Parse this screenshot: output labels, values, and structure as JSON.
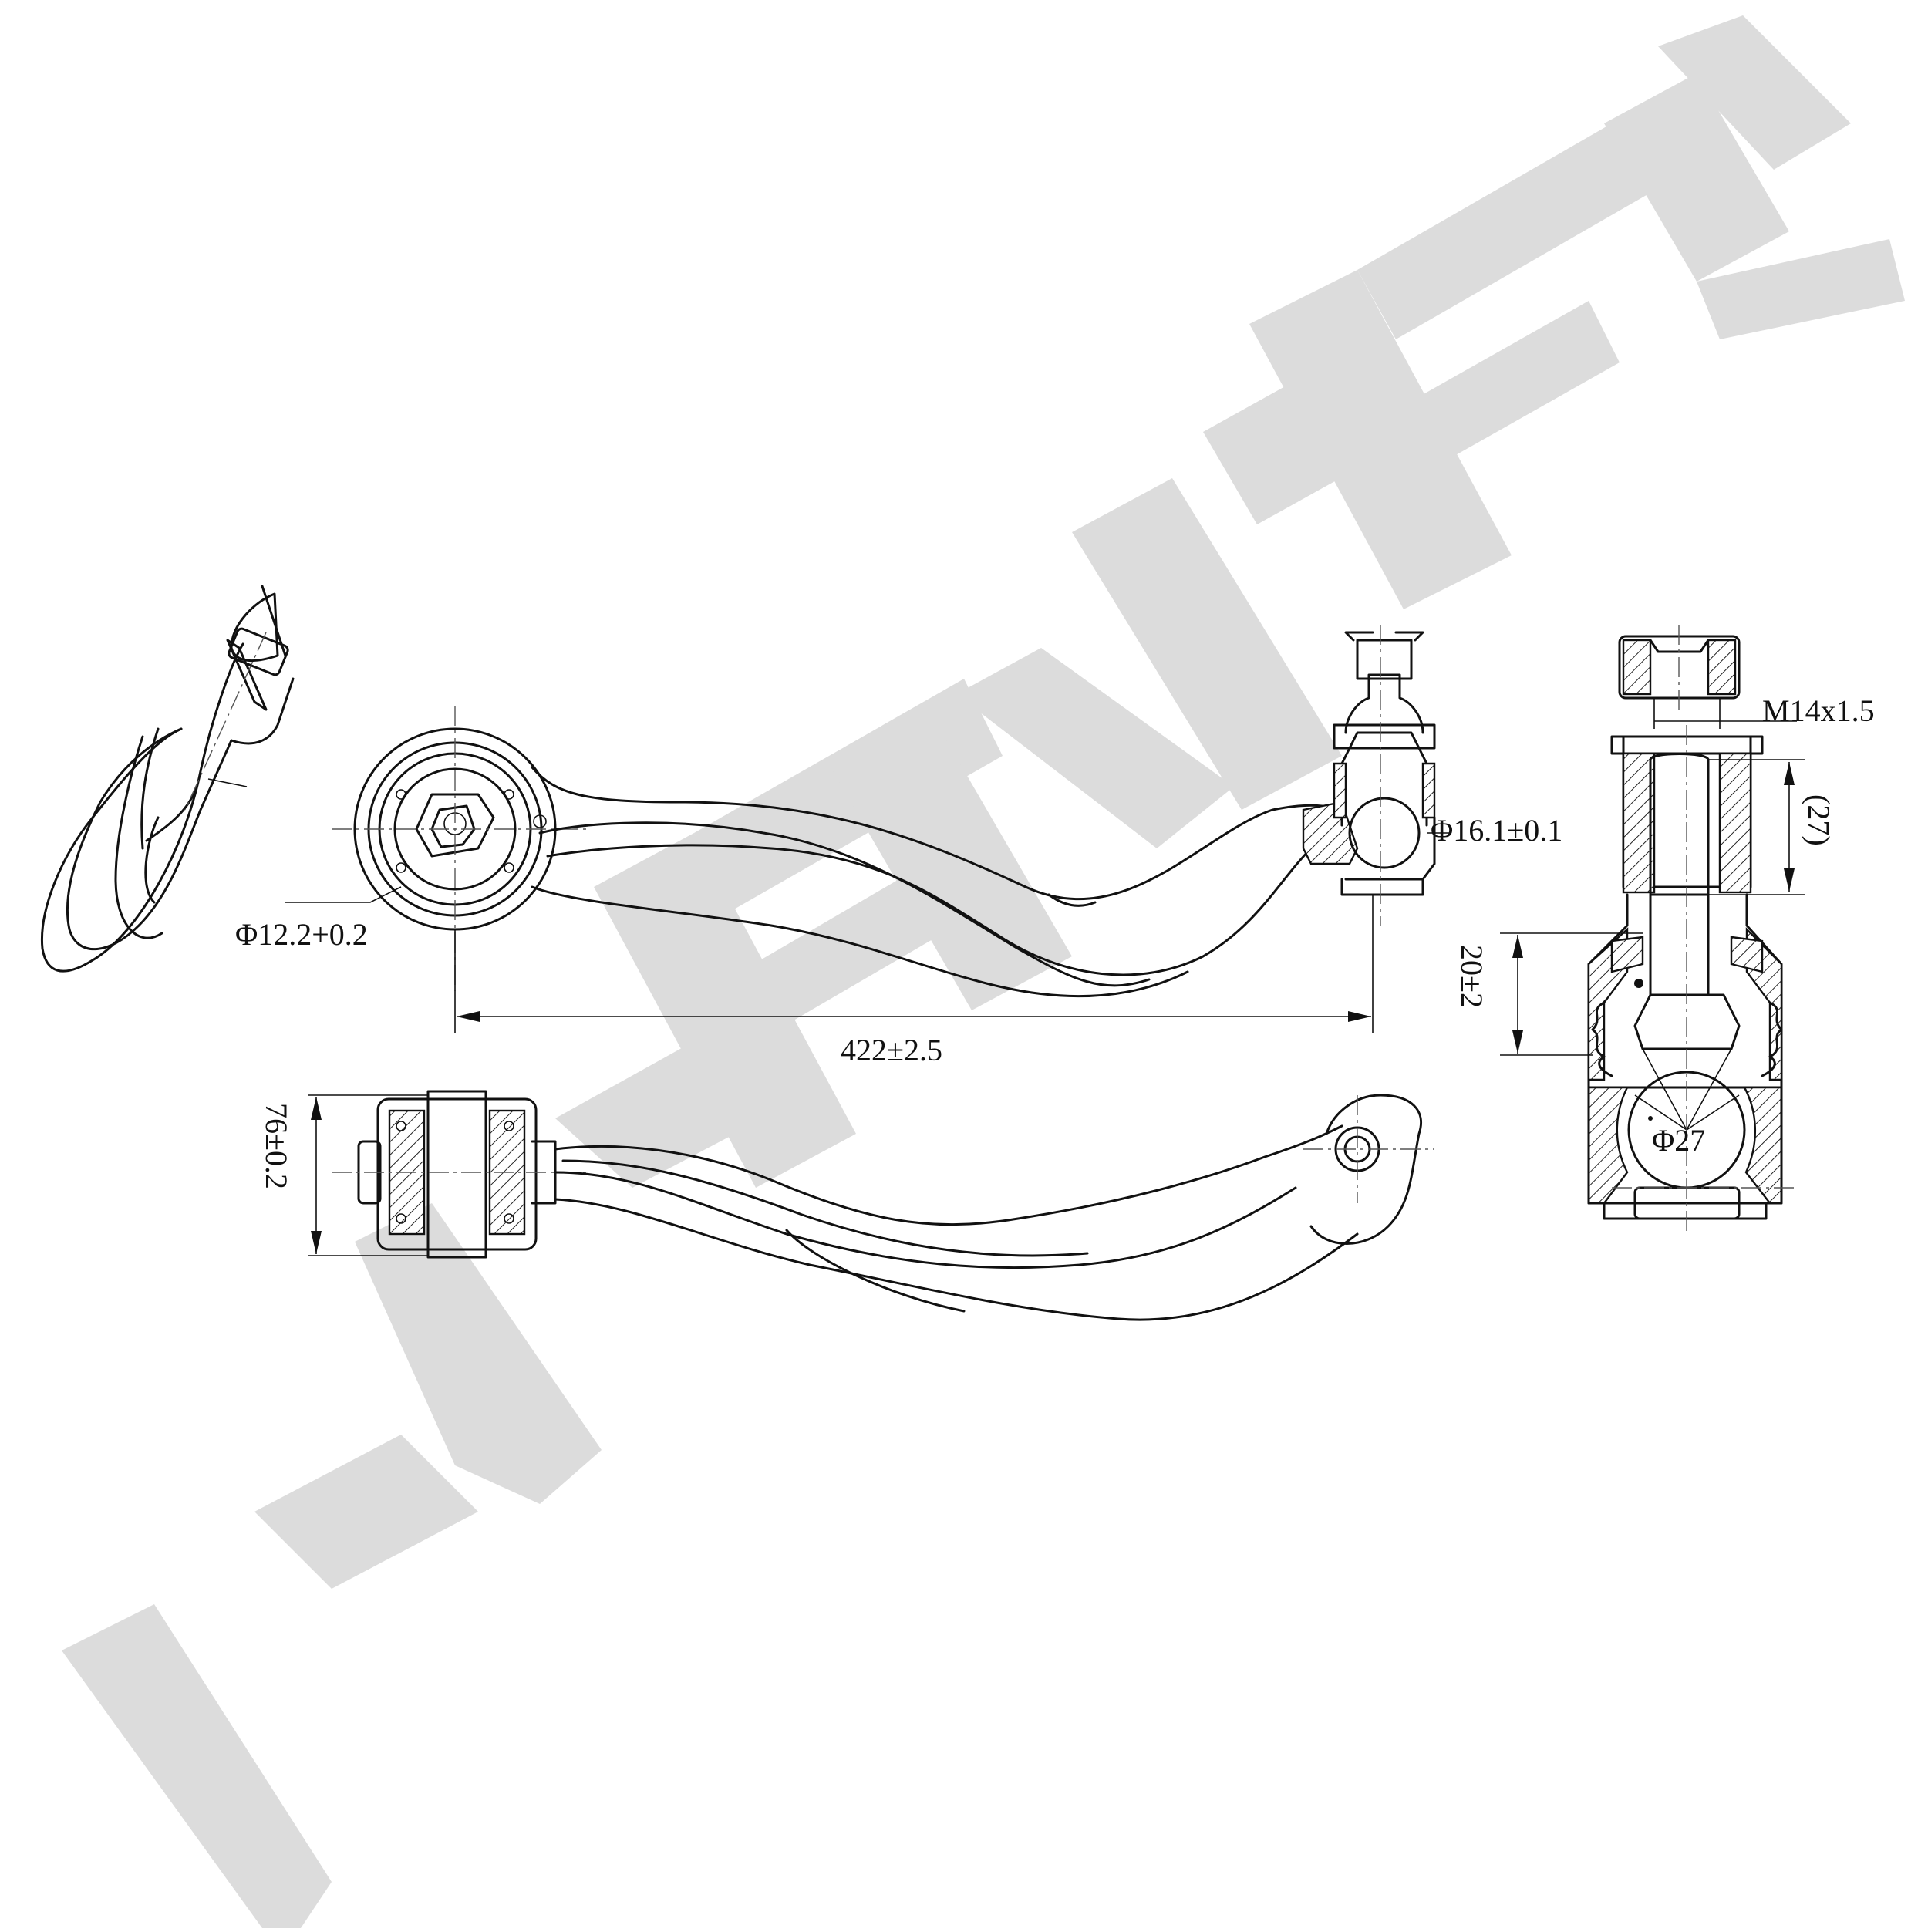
{
  "watermark": {
    "brand": "ZENTTEK",
    "color": "#dcdcdc"
  },
  "dimensions": {
    "bore_diameter": "Φ12.2+0.2",
    "length": "422±2.5",
    "ball_pin_diameter": "Φ16.1±0.1",
    "thread": "M14x1.5",
    "thread_length": "(27)",
    "height": "20±2",
    "ball_diameter": "Φ27",
    "bushing_width": "76±0.2"
  },
  "colors": {
    "line": "#111111",
    "background": "#ffffff"
  }
}
